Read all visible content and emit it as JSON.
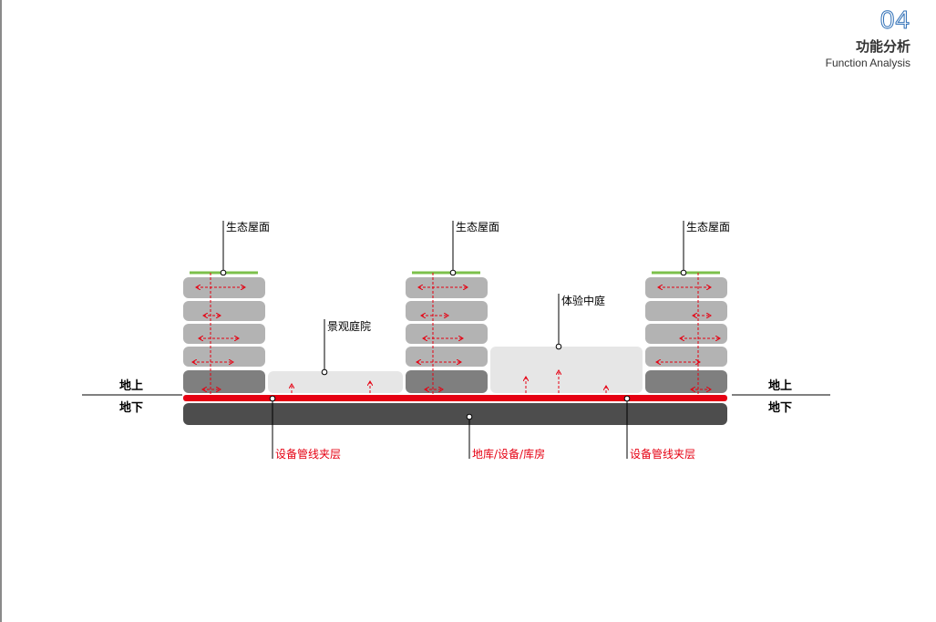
{
  "header": {
    "page_number": "04",
    "title_cn": "功能分析",
    "title_en": "Function Analysis"
  },
  "diagram": {
    "labels": {
      "roof_left": "生态屋面",
      "roof_middle": "生态屋面",
      "roof_right": "生态屋面",
      "courtyard": "景观庭院",
      "atrium": "体验中庭",
      "above_ground_left": "地上",
      "below_ground_left": "地下",
      "above_ground_right": "地上",
      "below_ground_right": "地下",
      "pipe_layer_left": "设备管线夹层",
      "basement": "地库/设备/库房",
      "pipe_layer_right": "设备管线夹层"
    },
    "colors": {
      "green_roof": "#7cc04b",
      "pipe_layer": "#e60012",
      "flow_arrows": "#e60012",
      "building_floor": "#b3b3b3",
      "ground_floor": "#7f7f7f",
      "open_space": "#e6e6e6",
      "basement": "#4d4d4d",
      "accent_text": "#e60012",
      "page_number": "#2f6fb6"
    }
  }
}
